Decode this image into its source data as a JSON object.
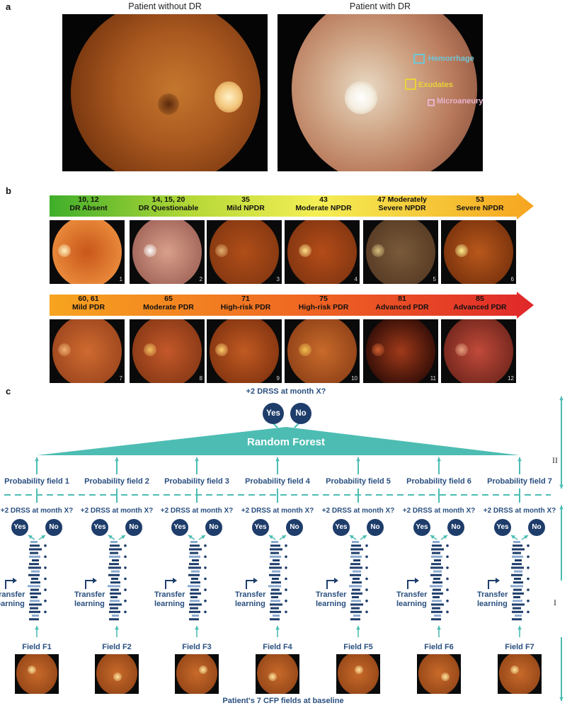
{
  "panel_a": {
    "label": "a",
    "left_title": "Patient without DR",
    "right_title": "Patient with DR",
    "annotations": [
      {
        "text": "Hemorrhage",
        "color": "#6fc6d8"
      },
      {
        "text": "Exudates",
        "color": "#e8d23a"
      },
      {
        "text": "Microaneurysm",
        "color": "#e9b3cf"
      }
    ]
  },
  "panel_b": {
    "label": "b",
    "row1": [
      {
        "code": "10, 12",
        "name": "DR Absent",
        "num": "1"
      },
      {
        "code": "14, 15, 20",
        "name": "DR Questionable",
        "num": "2"
      },
      {
        "code": "35",
        "name": "Mild NPDR",
        "num": "3"
      },
      {
        "code": "43",
        "name": "Moderate NPDR",
        "num": "4"
      },
      {
        "code": "47 Moderately",
        "name": "Severe NPDR",
        "num": "5"
      },
      {
        "code": "53",
        "name": "Severe NPDR",
        "num": "6"
      }
    ],
    "row2": [
      {
        "code": "60, 61",
        "name": "Mild PDR",
        "num": "7"
      },
      {
        "code": "65",
        "name": "Moderate PDR",
        "num": "8"
      },
      {
        "code": "71",
        "name": "High-risk PDR",
        "num": "9"
      },
      {
        "code": "75",
        "name": "High-risk PDR",
        "num": "10"
      },
      {
        "code": "81",
        "name": "Advanced PDR",
        "num": "11"
      },
      {
        "code": "85",
        "name": "Advanced PDR",
        "num": "12"
      }
    ]
  },
  "panel_c": {
    "label": "c",
    "top_question": "+2 DRSS at month X?",
    "yes": "Yes",
    "no": "No",
    "random_forest": "Random Forest",
    "probability_fields": [
      "Probability field 1",
      "Probability field 2",
      "Probability field 3",
      "Probability field 4",
      "Probability field 5",
      "Probability field 6",
      "Probability field 7"
    ],
    "field_question": "+2 DRSS at month X?",
    "transfer_learning": [
      "Transfer",
      "learning"
    ],
    "fields": [
      "Field F1",
      "Field F2",
      "Field F3",
      "Field F4",
      "Field F5",
      "Field F6",
      "Field F7"
    ],
    "footer": "Patient's 7 CFP fields at baseline",
    "stage_I": "I",
    "stage_II": "II",
    "colors": {
      "teal": "#4dbdb3",
      "navy": "#1e3d6b",
      "text": "#2a4f7f"
    }
  }
}
